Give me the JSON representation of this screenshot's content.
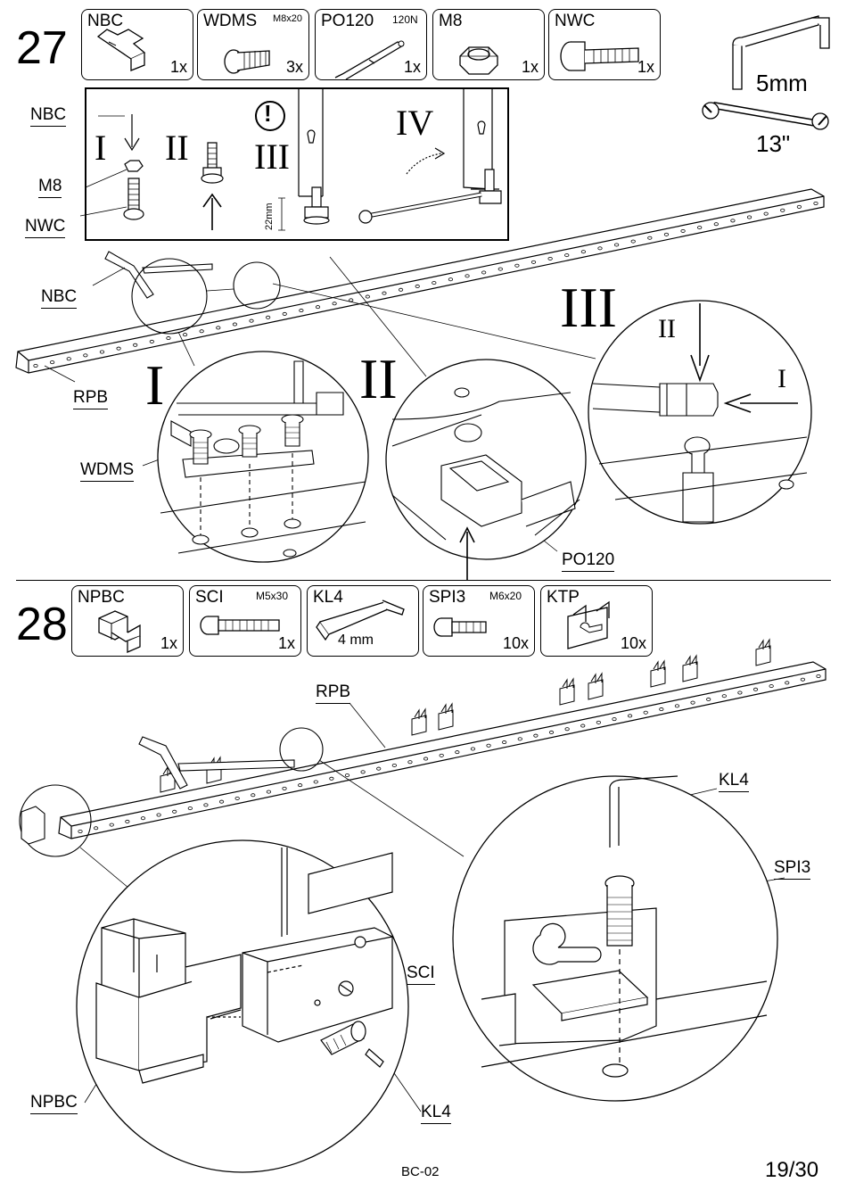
{
  "steps": [
    {
      "number": "27",
      "parts": [
        {
          "code": "NBC",
          "spec": "",
          "qty": "1x",
          "icon": "bracket-icon"
        },
        {
          "code": "WDMS",
          "spec": "M8x20",
          "qty": "3x",
          "icon": "flat-screw-icon"
        },
        {
          "code": "PO120",
          "spec": "120N",
          "qty": "1x",
          "icon": "gas-spring-icon"
        },
        {
          "code": "M8",
          "spec": "",
          "qty": "1x",
          "icon": "hex-nut-icon"
        },
        {
          "code": "NWC",
          "spec": "",
          "qty": "1x",
          "icon": "leveling-bolt-icon"
        }
      ],
      "tools": {
        "allen_key": "5mm",
        "wrench": "13\""
      },
      "inset": {
        "label_nbc": "NBC",
        "label_m8": "M8",
        "label_nwc": "NWC",
        "stage_1": "I",
        "stage_2": "II",
        "stage_3": "III",
        "stage_4": "IV",
        "warning": "!",
        "dimension": "22mm"
      },
      "callouts": {
        "nbc": "NBC",
        "rpb": "RPB",
        "wdms": "WDMS",
        "po120": "PO120"
      },
      "detail_labels": {
        "detail_1": "I",
        "detail_2": "II",
        "detail_3": "III",
        "arrow_1": "I",
        "arrow_2": "II"
      }
    },
    {
      "number": "28",
      "parts": [
        {
          "code": "NPBC",
          "spec": "",
          "qty": "1x",
          "icon": "corner-connector-icon"
        },
        {
          "code": "SCI",
          "spec": "M5x30",
          "qty": "1x",
          "icon": "socket-screw-icon"
        },
        {
          "code": "KL4",
          "spec": "",
          "qty": "",
          "extra": "4 mm",
          "icon": "hex-key-icon"
        },
        {
          "code": "SPI3",
          "spec": "M6x20",
          "qty": "10x",
          "icon": "socket-screw-icon"
        },
        {
          "code": "KTP",
          "spec": "",
          "qty": "10x",
          "icon": "clip-bracket-icon"
        }
      ],
      "callouts": {
        "rpb": "RPB",
        "kl4_top": "KL4",
        "spi3": "SPI3",
        "sci": "SCI",
        "npbc": "NPBC",
        "kl4_bottom": "KL4"
      }
    }
  ],
  "footer": {
    "doc_code": "BC-02",
    "page": "19/30"
  }
}
